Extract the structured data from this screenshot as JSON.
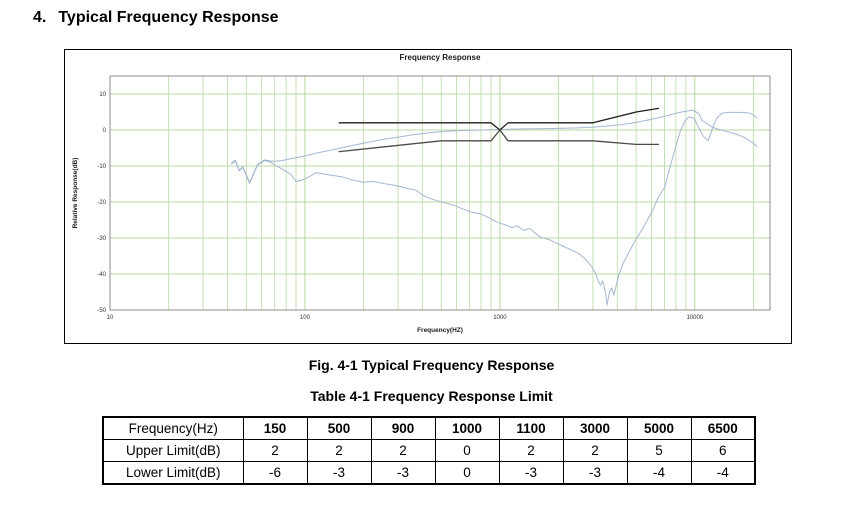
{
  "page": {
    "heading_number": "4.",
    "heading_title": "Typical Frequency Response",
    "figure_caption": "Fig. 4-1 Typical Frequency Response"
  },
  "chart_data": {
    "type": "line",
    "title": "Frequency Response",
    "xlabel": "Frequency(HZ)",
    "ylabel": "Relative Response(dB)",
    "x_scale": "log",
    "xlim": [
      10,
      24300
    ],
    "ylim": [
      -50,
      15
    ],
    "x_ticks": [
      10,
      100,
      1000,
      10000
    ],
    "y_ticks": [
      10,
      0,
      -10,
      -20,
      -30,
      -40,
      -50
    ],
    "grid": true,
    "legend": "none",
    "colors": {
      "grid": "#b9d9a0",
      "curve": "#a5b6d1",
      "upper_limit": "#1f1f1f",
      "lower_limit": "#4b4b4b",
      "plot_border": "#8c8c8c"
    },
    "series": [
      {
        "name": "response-rising",
        "color": "#a5b6d1",
        "width": 1,
        "points": [
          [
            42,
            -9.2
          ],
          [
            44,
            -8.4
          ],
          [
            46,
            -11.2
          ],
          [
            48,
            -10.2
          ],
          [
            52,
            -14.6
          ],
          [
            57,
            -9.6
          ],
          [
            62,
            -8.3
          ],
          [
            66,
            -8.6
          ],
          [
            70,
            -8.7
          ],
          [
            76,
            -8.5
          ],
          [
            82,
            -8.1
          ],
          [
            90,
            -7.7
          ],
          [
            100,
            -7.2
          ],
          [
            115,
            -6.4
          ],
          [
            130,
            -5.8
          ],
          [
            150,
            -5.1
          ],
          [
            175,
            -4.3
          ],
          [
            200,
            -3.7
          ],
          [
            230,
            -3.0
          ],
          [
            265,
            -2.4
          ],
          [
            300,
            -2.0
          ],
          [
            350,
            -1.4
          ],
          [
            400,
            -1.0
          ],
          [
            460,
            -0.6
          ],
          [
            520,
            -0.4
          ],
          [
            600,
            -0.2
          ],
          [
            700,
            -0.1
          ],
          [
            800,
            0.0
          ],
          [
            950,
            0.1
          ],
          [
            1100,
            0.2
          ],
          [
            1300,
            0.3
          ],
          [
            1600,
            0.35
          ],
          [
            2000,
            0.45
          ],
          [
            2400,
            0.55
          ],
          [
            2800,
            0.7
          ],
          [
            3200,
            0.9
          ],
          [
            3700,
            1.2
          ],
          [
            4200,
            1.5
          ],
          [
            4700,
            1.9
          ],
          [
            5200,
            2.3
          ],
          [
            5800,
            2.8
          ],
          [
            6400,
            3.3
          ],
          [
            7000,
            3.8
          ],
          [
            7700,
            4.4
          ],
          [
            8400,
            4.9
          ],
          [
            9000,
            5.2
          ],
          [
            9600,
            5.5
          ],
          [
            10000,
            5.3
          ],
          [
            10500,
            4.4
          ],
          [
            10900,
            2.6
          ],
          [
            11500,
            1.8
          ],
          [
            12200,
            0.9
          ],
          [
            12900,
            0.4
          ],
          [
            14000,
            -0.2
          ],
          [
            15000,
            -0.6
          ],
          [
            16000,
            -1.0
          ],
          [
            17000,
            -1.5
          ],
          [
            18000,
            -2.1
          ],
          [
            19000,
            -2.9
          ],
          [
            20000,
            -3.7
          ],
          [
            20800,
            -4.6
          ]
        ]
      },
      {
        "name": "response-falling",
        "color": "#a5b6d1",
        "width": 1,
        "points": [
          [
            42,
            -9.4
          ],
          [
            44,
            -8.6
          ],
          [
            46,
            -11.4
          ],
          [
            48,
            -10.4
          ],
          [
            52,
            -14.8
          ],
          [
            57,
            -9.8
          ],
          [
            62,
            -8.5
          ],
          [
            66,
            -8.8
          ],
          [
            70,
            -9.7
          ],
          [
            74,
            -10.4
          ],
          [
            80,
            -11.5
          ],
          [
            85,
            -12.4
          ],
          [
            90,
            -14.3
          ],
          [
            96,
            -14.0
          ],
          [
            104,
            -13.1
          ],
          [
            114,
            -11.9
          ],
          [
            124,
            -12.2
          ],
          [
            138,
            -12.6
          ],
          [
            155,
            -13.0
          ],
          [
            175,
            -13.9
          ],
          [
            200,
            -14.5
          ],
          [
            225,
            -14.3
          ],
          [
            255,
            -14.9
          ],
          [
            290,
            -15.4
          ],
          [
            330,
            -16.1
          ],
          [
            370,
            -16.7
          ],
          [
            410,
            -18.4
          ],
          [
            460,
            -19.4
          ],
          [
            520,
            -20.2
          ],
          [
            580,
            -20.9
          ],
          [
            650,
            -22.0
          ],
          [
            720,
            -22.9
          ],
          [
            800,
            -23.3
          ],
          [
            880,
            -24.4
          ],
          [
            960,
            -25.5
          ],
          [
            1060,
            -26.3
          ],
          [
            1150,
            -27.1
          ],
          [
            1230,
            -26.6
          ],
          [
            1320,
            -27.9
          ],
          [
            1420,
            -27.4
          ],
          [
            1520,
            -28.7
          ],
          [
            1620,
            -29.8
          ],
          [
            1780,
            -30.4
          ],
          [
            1950,
            -31.4
          ],
          [
            2150,
            -32.5
          ],
          [
            2350,
            -33.4
          ],
          [
            2550,
            -34.4
          ],
          [
            2750,
            -35.9
          ],
          [
            2950,
            -37.9
          ],
          [
            3080,
            -39.6
          ],
          [
            3180,
            -41.6
          ],
          [
            3280,
            -43.1
          ],
          [
            3370,
            -41.9
          ],
          [
            3470,
            -44.7
          ],
          [
            3550,
            -48.6
          ],
          [
            3650,
            -44.9
          ],
          [
            3750,
            -43.9
          ],
          [
            3850,
            -45.9
          ],
          [
            3950,
            -43.1
          ],
          [
            4100,
            -39.9
          ],
          [
            4300,
            -36.9
          ],
          [
            4600,
            -33.9
          ],
          [
            4900,
            -31.1
          ],
          [
            5300,
            -28.1
          ],
          [
            5700,
            -25.1
          ],
          [
            6100,
            -22.1
          ],
          [
            6500,
            -18.6
          ],
          [
            7000,
            -16.0
          ],
          [
            7400,
            -11.0
          ],
          [
            7900,
            -5.5
          ],
          [
            8400,
            -0.5
          ],
          [
            8900,
            2.5
          ],
          [
            9300,
            3.6
          ],
          [
            9900,
            3.3
          ],
          [
            10400,
            1.0
          ],
          [
            11000,
            -1.6
          ],
          [
            11700,
            -3.0
          ],
          [
            12400,
            0.9
          ],
          [
            13000,
            3.4
          ],
          [
            13800,
            4.7
          ],
          [
            15000,
            4.9
          ],
          [
            17000,
            4.9
          ],
          [
            18500,
            4.8
          ],
          [
            19500,
            4.5
          ],
          [
            20300,
            3.9
          ],
          [
            20800,
            3.3
          ]
        ]
      },
      {
        "name": "upper-limit",
        "color": "#1f1f1f",
        "width": 1.3,
        "points": [
          [
            150,
            2
          ],
          [
            900,
            2
          ],
          [
            1000,
            0
          ],
          [
            1100,
            2
          ],
          [
            3000,
            2
          ],
          [
            5000,
            5
          ],
          [
            6500,
            6
          ]
        ]
      },
      {
        "name": "lower-limit",
        "color": "#4b4b4b",
        "width": 1.3,
        "points": [
          [
            150,
            -6
          ],
          [
            500,
            -3
          ],
          [
            900,
            -3
          ],
          [
            1000,
            0
          ],
          [
            1100,
            -3
          ],
          [
            3000,
            -3
          ],
          [
            5000,
            -4
          ],
          [
            6500,
            -4
          ]
        ]
      }
    ]
  },
  "table": {
    "title": "Table 4-1 Frequency Response Limit",
    "rows": [
      {
        "label": "Frequency(Hz)",
        "header": true,
        "values": [
          "150",
          "500",
          "900",
          "1000",
          "1100",
          "3000",
          "5000",
          "6500"
        ]
      },
      {
        "label": "Upper Limit(dB)",
        "header": false,
        "values": [
          "2",
          "2",
          "2",
          "0",
          "2",
          "2",
          "5",
          "6"
        ]
      },
      {
        "label": "Lower Limit(dB)",
        "header": false,
        "values": [
          "-6",
          "-3",
          "-3",
          "0",
          "-3",
          "-3",
          "-4",
          "-4"
        ]
      }
    ]
  }
}
